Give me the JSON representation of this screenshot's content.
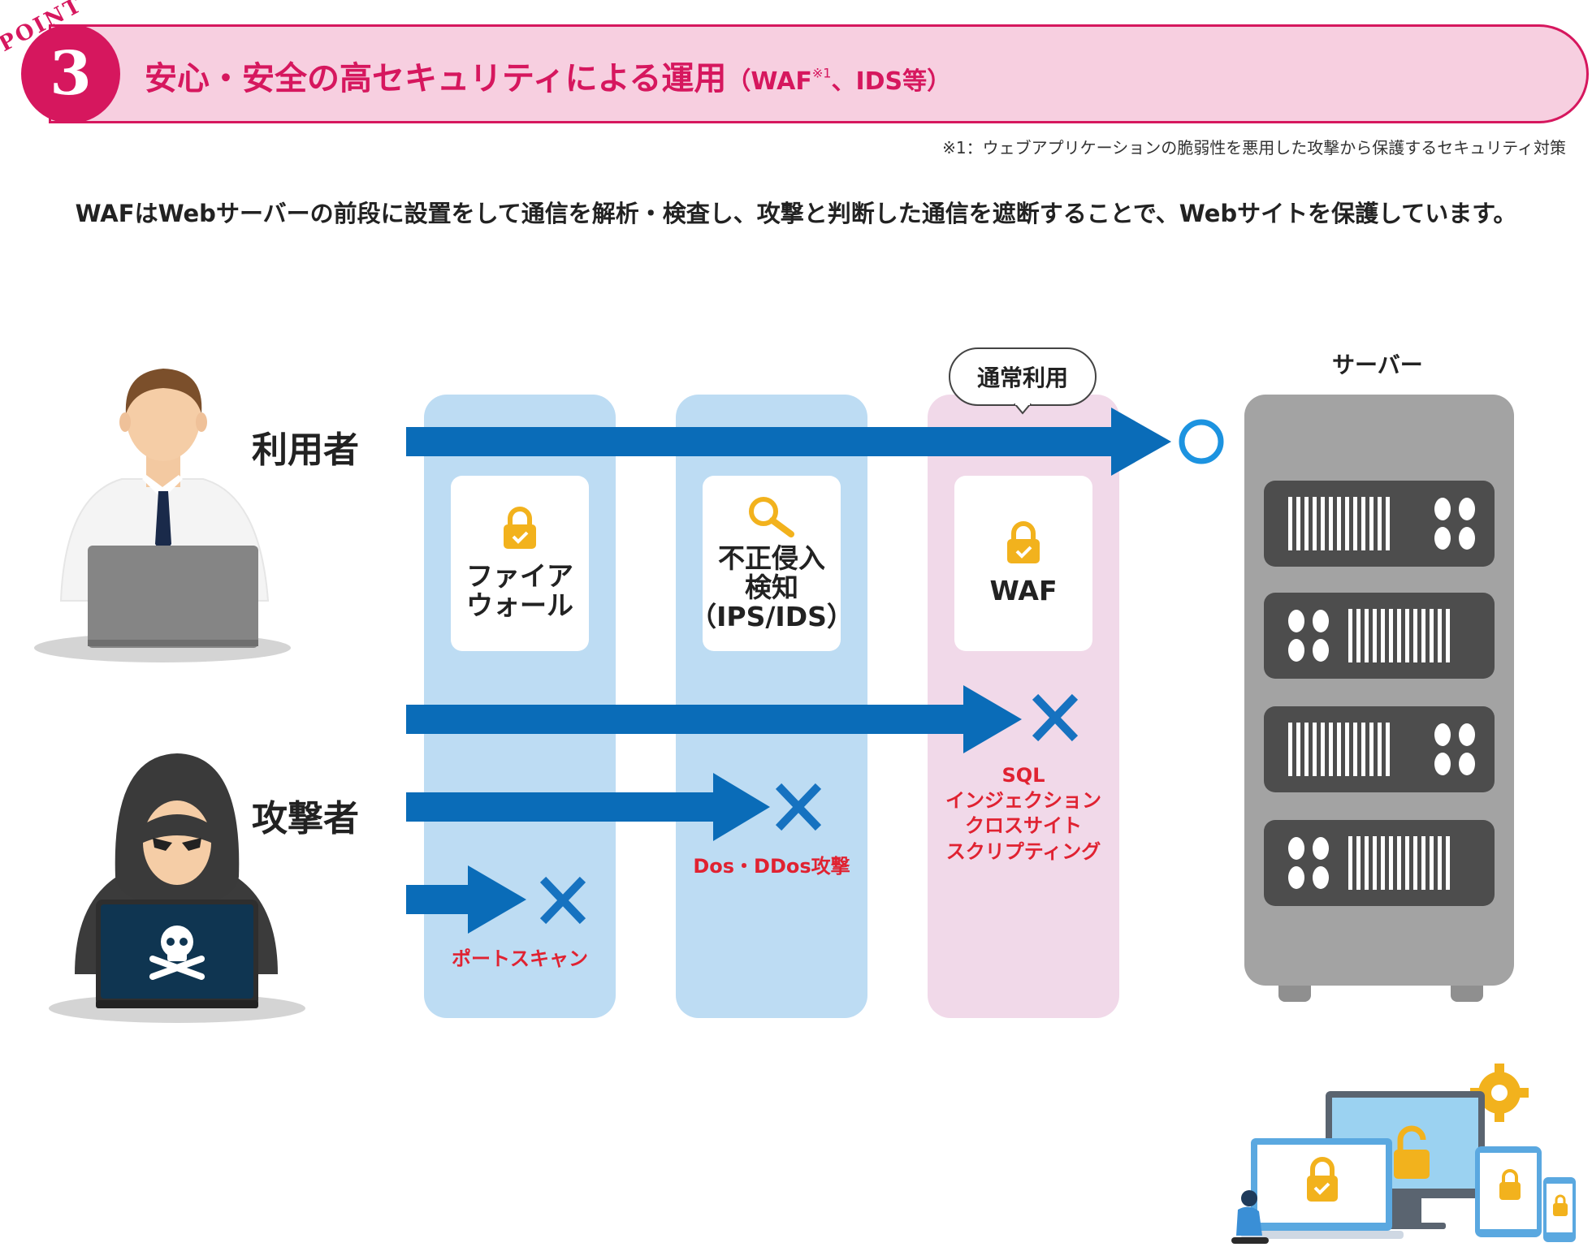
{
  "banner": {
    "point_word": "POINT",
    "number": "3",
    "title_main": "安心・安全の高セキュリティによる運用",
    "title_sub_open": "（WAF",
    "title_sub_note": "※1",
    "title_sub_close": "、IDS等）"
  },
  "footnote": "※1：ウェブアプリケーションの脆弱性を悪用した攻撃から保護するセキュリティ対策",
  "description": "WAFはWebサーバーの前段に設置をして通信を解析・検査し、攻撃と判断した通信を遮断することで、Webサイトを保護しています。",
  "diagram": {
    "user_label": "利用者",
    "attacker_label": "攻撃者",
    "server_label": "サーバー",
    "normal_use_bubble": "通常利用",
    "columns": [
      {
        "label": "ファイア\nウォール",
        "icon": "padlock-icon",
        "color": "blue"
      },
      {
        "label": "不正侵入\n検知\n（IPS/IDS）",
        "icon": "magnifier-icon",
        "color": "blue"
      },
      {
        "label": "WAF",
        "icon": "padlock-icon",
        "color": "pink"
      }
    ],
    "attacks": [
      {
        "label": "SQL\nインジェクション\nクロスサイト\nスクリプティング",
        "blocked_at": "WAF"
      },
      {
        "label": "Dos・DDos攻撃",
        "blocked_at": "不正侵入検知"
      },
      {
        "label": "ポートスキャン",
        "blocked_at": "ファイアウォール"
      }
    ],
    "colors": {
      "arrow": "#0a6cb8",
      "blocked_mark": "#1672c0",
      "attack_text": "#e02231",
      "accent_pink": "#d6175e",
      "column_blue": "#bddcf3",
      "column_pink": "#f1d9e9",
      "server_gray": "#a3a3a3"
    }
  }
}
